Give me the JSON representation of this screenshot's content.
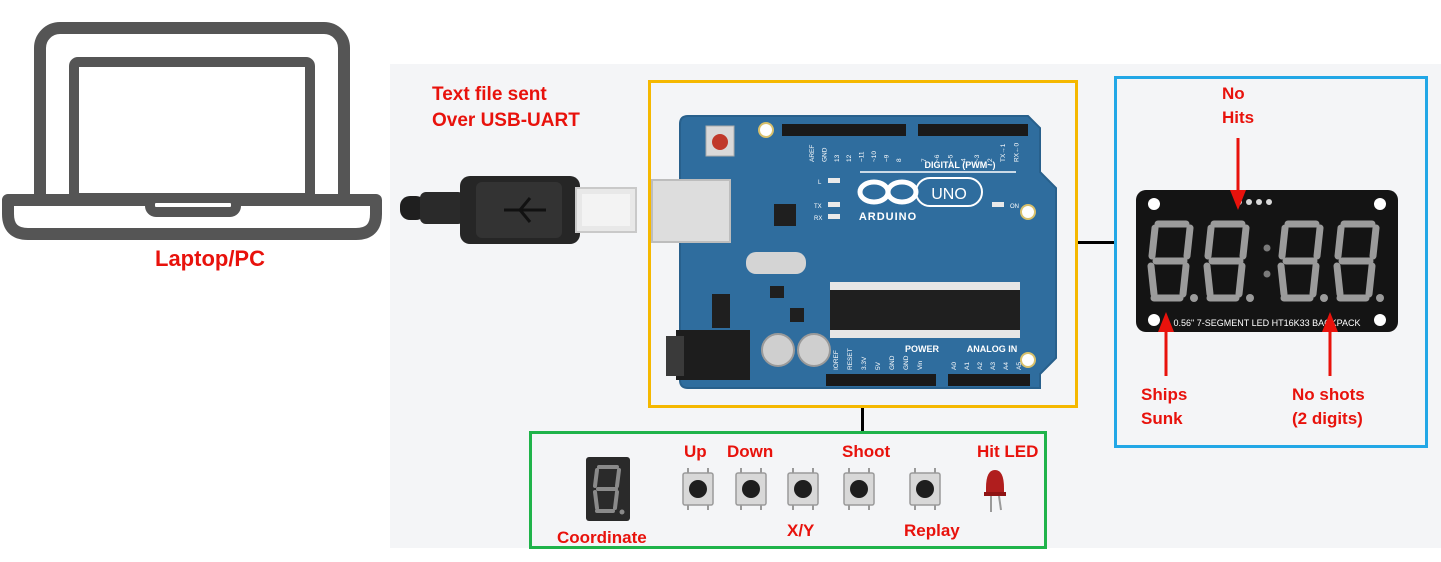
{
  "laptop": {
    "label": "Laptop/PC"
  },
  "usb": {
    "line1": "Text file sent",
    "line2": "Over USB-UART"
  },
  "arduino": {
    "brand": "ARDUINO",
    "model": "UNO",
    "digital_label": "DIGITAL (PWM~)",
    "power_label": "POWER",
    "analog_label": "ANALOG IN",
    "on_label": "ON",
    "l_label": "L",
    "tx_label": "TX",
    "rx_label": "RX",
    "top_pins": [
      "AREF",
      "GND",
      "13",
      "12",
      "~11",
      "~10",
      "~9",
      "8",
      "7",
      "~6",
      "~5",
      "4",
      "~3",
      "2",
      "TX→1",
      "RX←0"
    ],
    "power_pins": [
      "IOREF",
      "RESET",
      "3.3V",
      "5V",
      "GND",
      "GND",
      "Vin"
    ],
    "analog_pins": [
      "A0",
      "A1",
      "A2",
      "A3",
      "A4",
      "A5"
    ]
  },
  "display": {
    "top_label_1": "No",
    "top_label_2": "Hits",
    "backpack_text": "0.56\" 7-SEGMENT LED HT16K33 BACKPACK",
    "ships_label_1": "Ships",
    "ships_label_2": "Sunk",
    "shots_label_1": "No shots",
    "shots_label_2": "(2 digits)"
  },
  "controls": {
    "coordinate_label": "Coordinate",
    "up_label": "Up",
    "down_label": "Down",
    "xy_label": "X/Y",
    "shoot_label": "Shoot",
    "replay_label": "Replay",
    "hit_led_label": "Hit LED"
  },
  "colors": {
    "label_red": "#e8120c",
    "arduino_box": "#f5b800",
    "display_box": "#22a7e6",
    "controls_box": "#1fb34a",
    "board_blue": "#2f6d9e"
  }
}
